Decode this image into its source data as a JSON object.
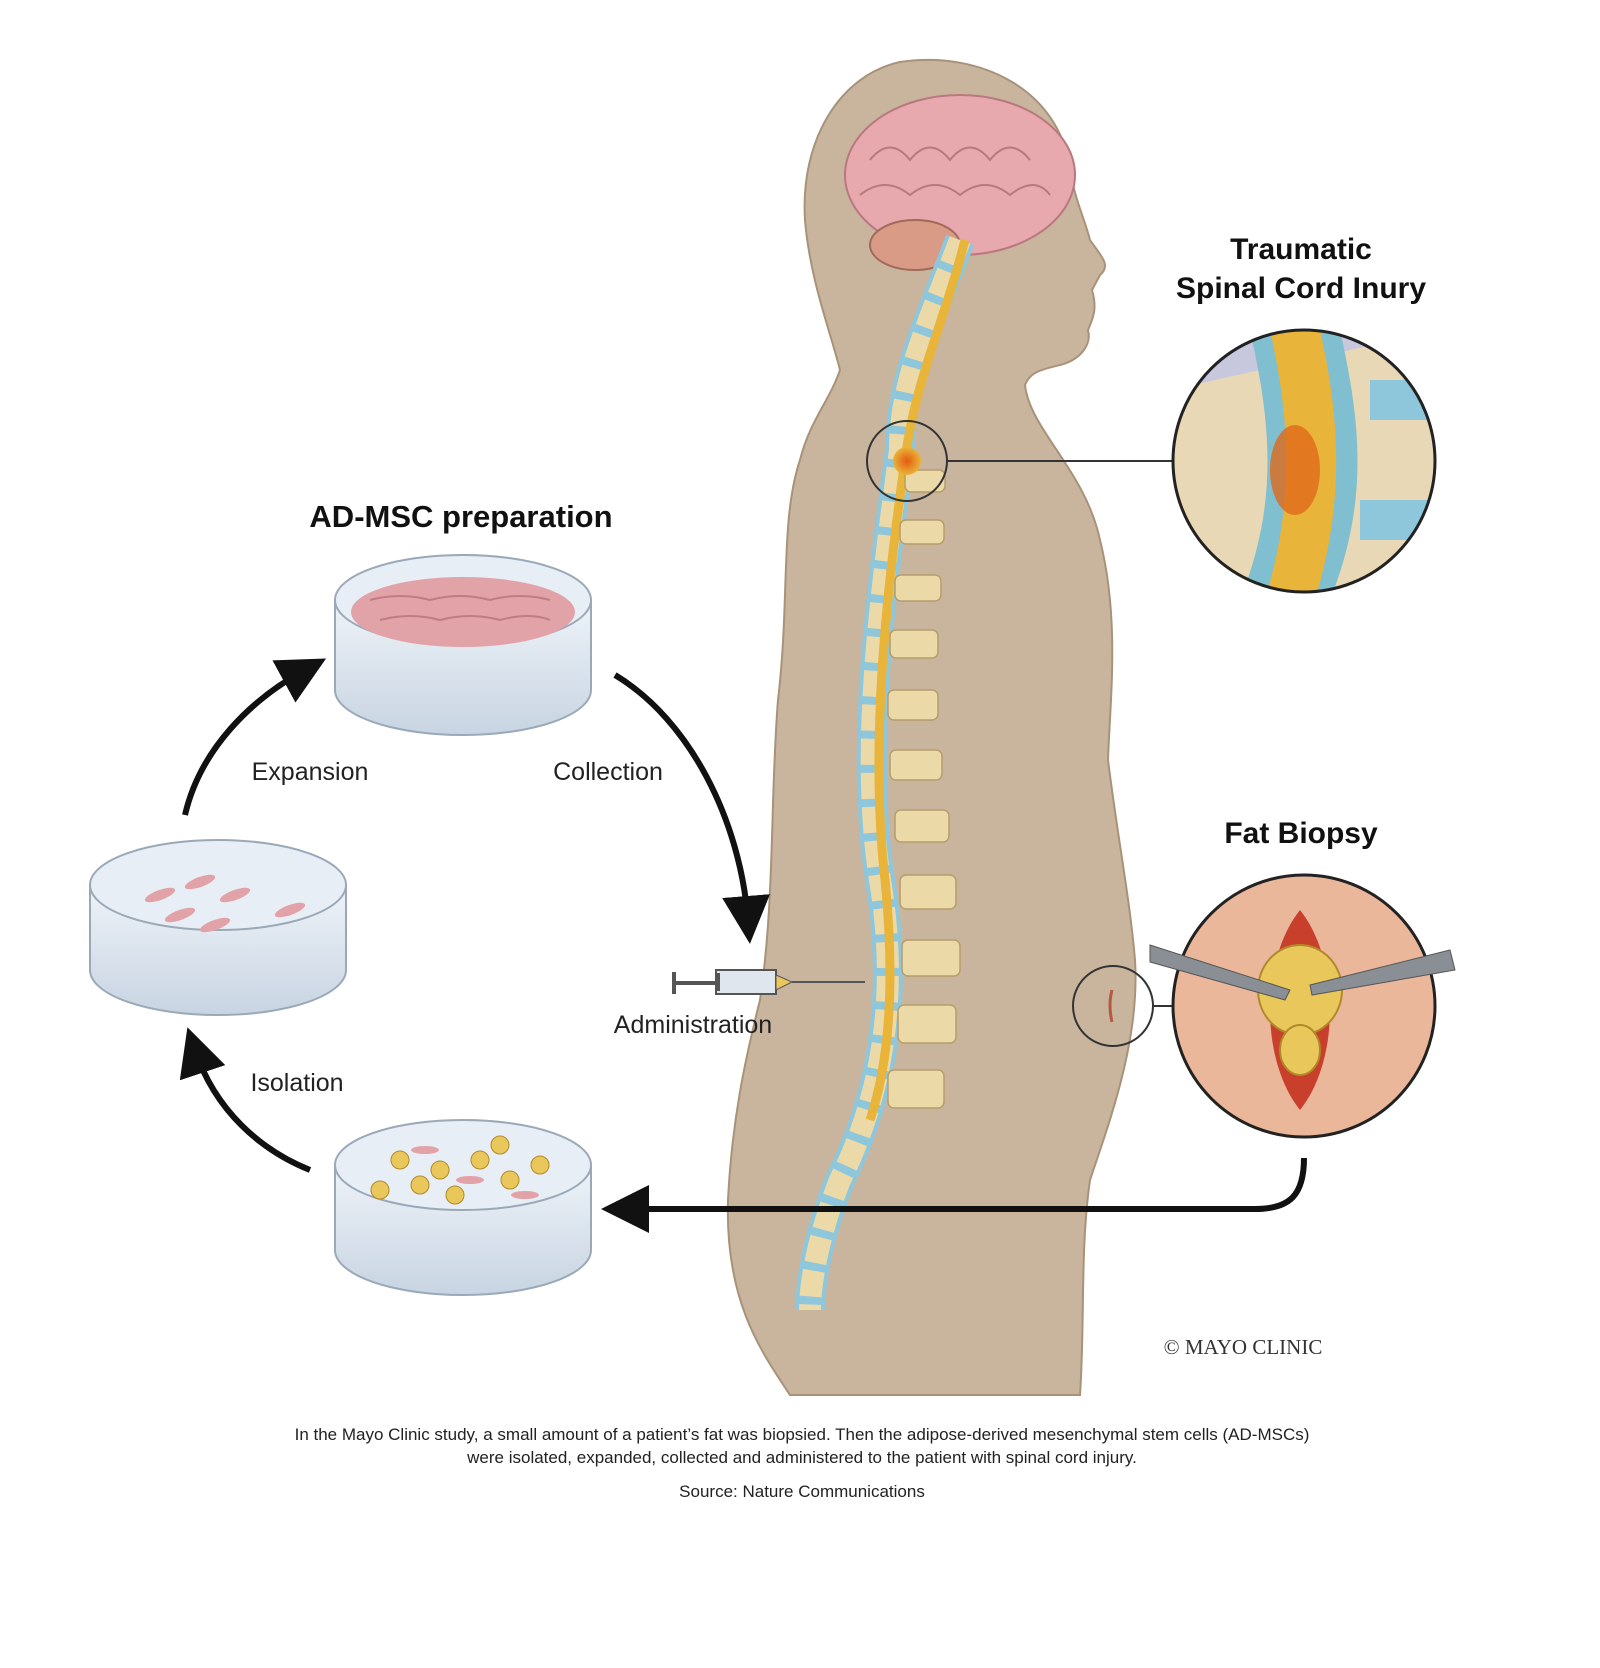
{
  "labels": {
    "prep_title": "AD-MSC preparation",
    "expansion": "Expansion",
    "collection": "Collection",
    "isolation": "Isolation",
    "administration": "Administration",
    "injury_title_line1": "Traumatic",
    "injury_title_line2": "Spinal Cord Inury",
    "biopsy_title": "Fat Biopsy",
    "copyright": "© MAYO CLINIC"
  },
  "caption": {
    "line1": "In the Mayo Clinic study, a small amount of a patient’s fat was biopsied. Then the adipose-derived mesenchymal stem cells (AD-MSCs)",
    "line2": "were isolated, expanded, collected and administered to the patient with spinal cord injury.",
    "source": "Source: Nature Communications"
  },
  "colors": {
    "skin": "#c9b59e",
    "spinal_cord": "#e8b43a",
    "disc": "#8ec6dc",
    "vertebra": "#ecd9a8",
    "brain": "#e7a9ad",
    "fat": "#e9c75a",
    "injury": "#e06a1c"
  }
}
